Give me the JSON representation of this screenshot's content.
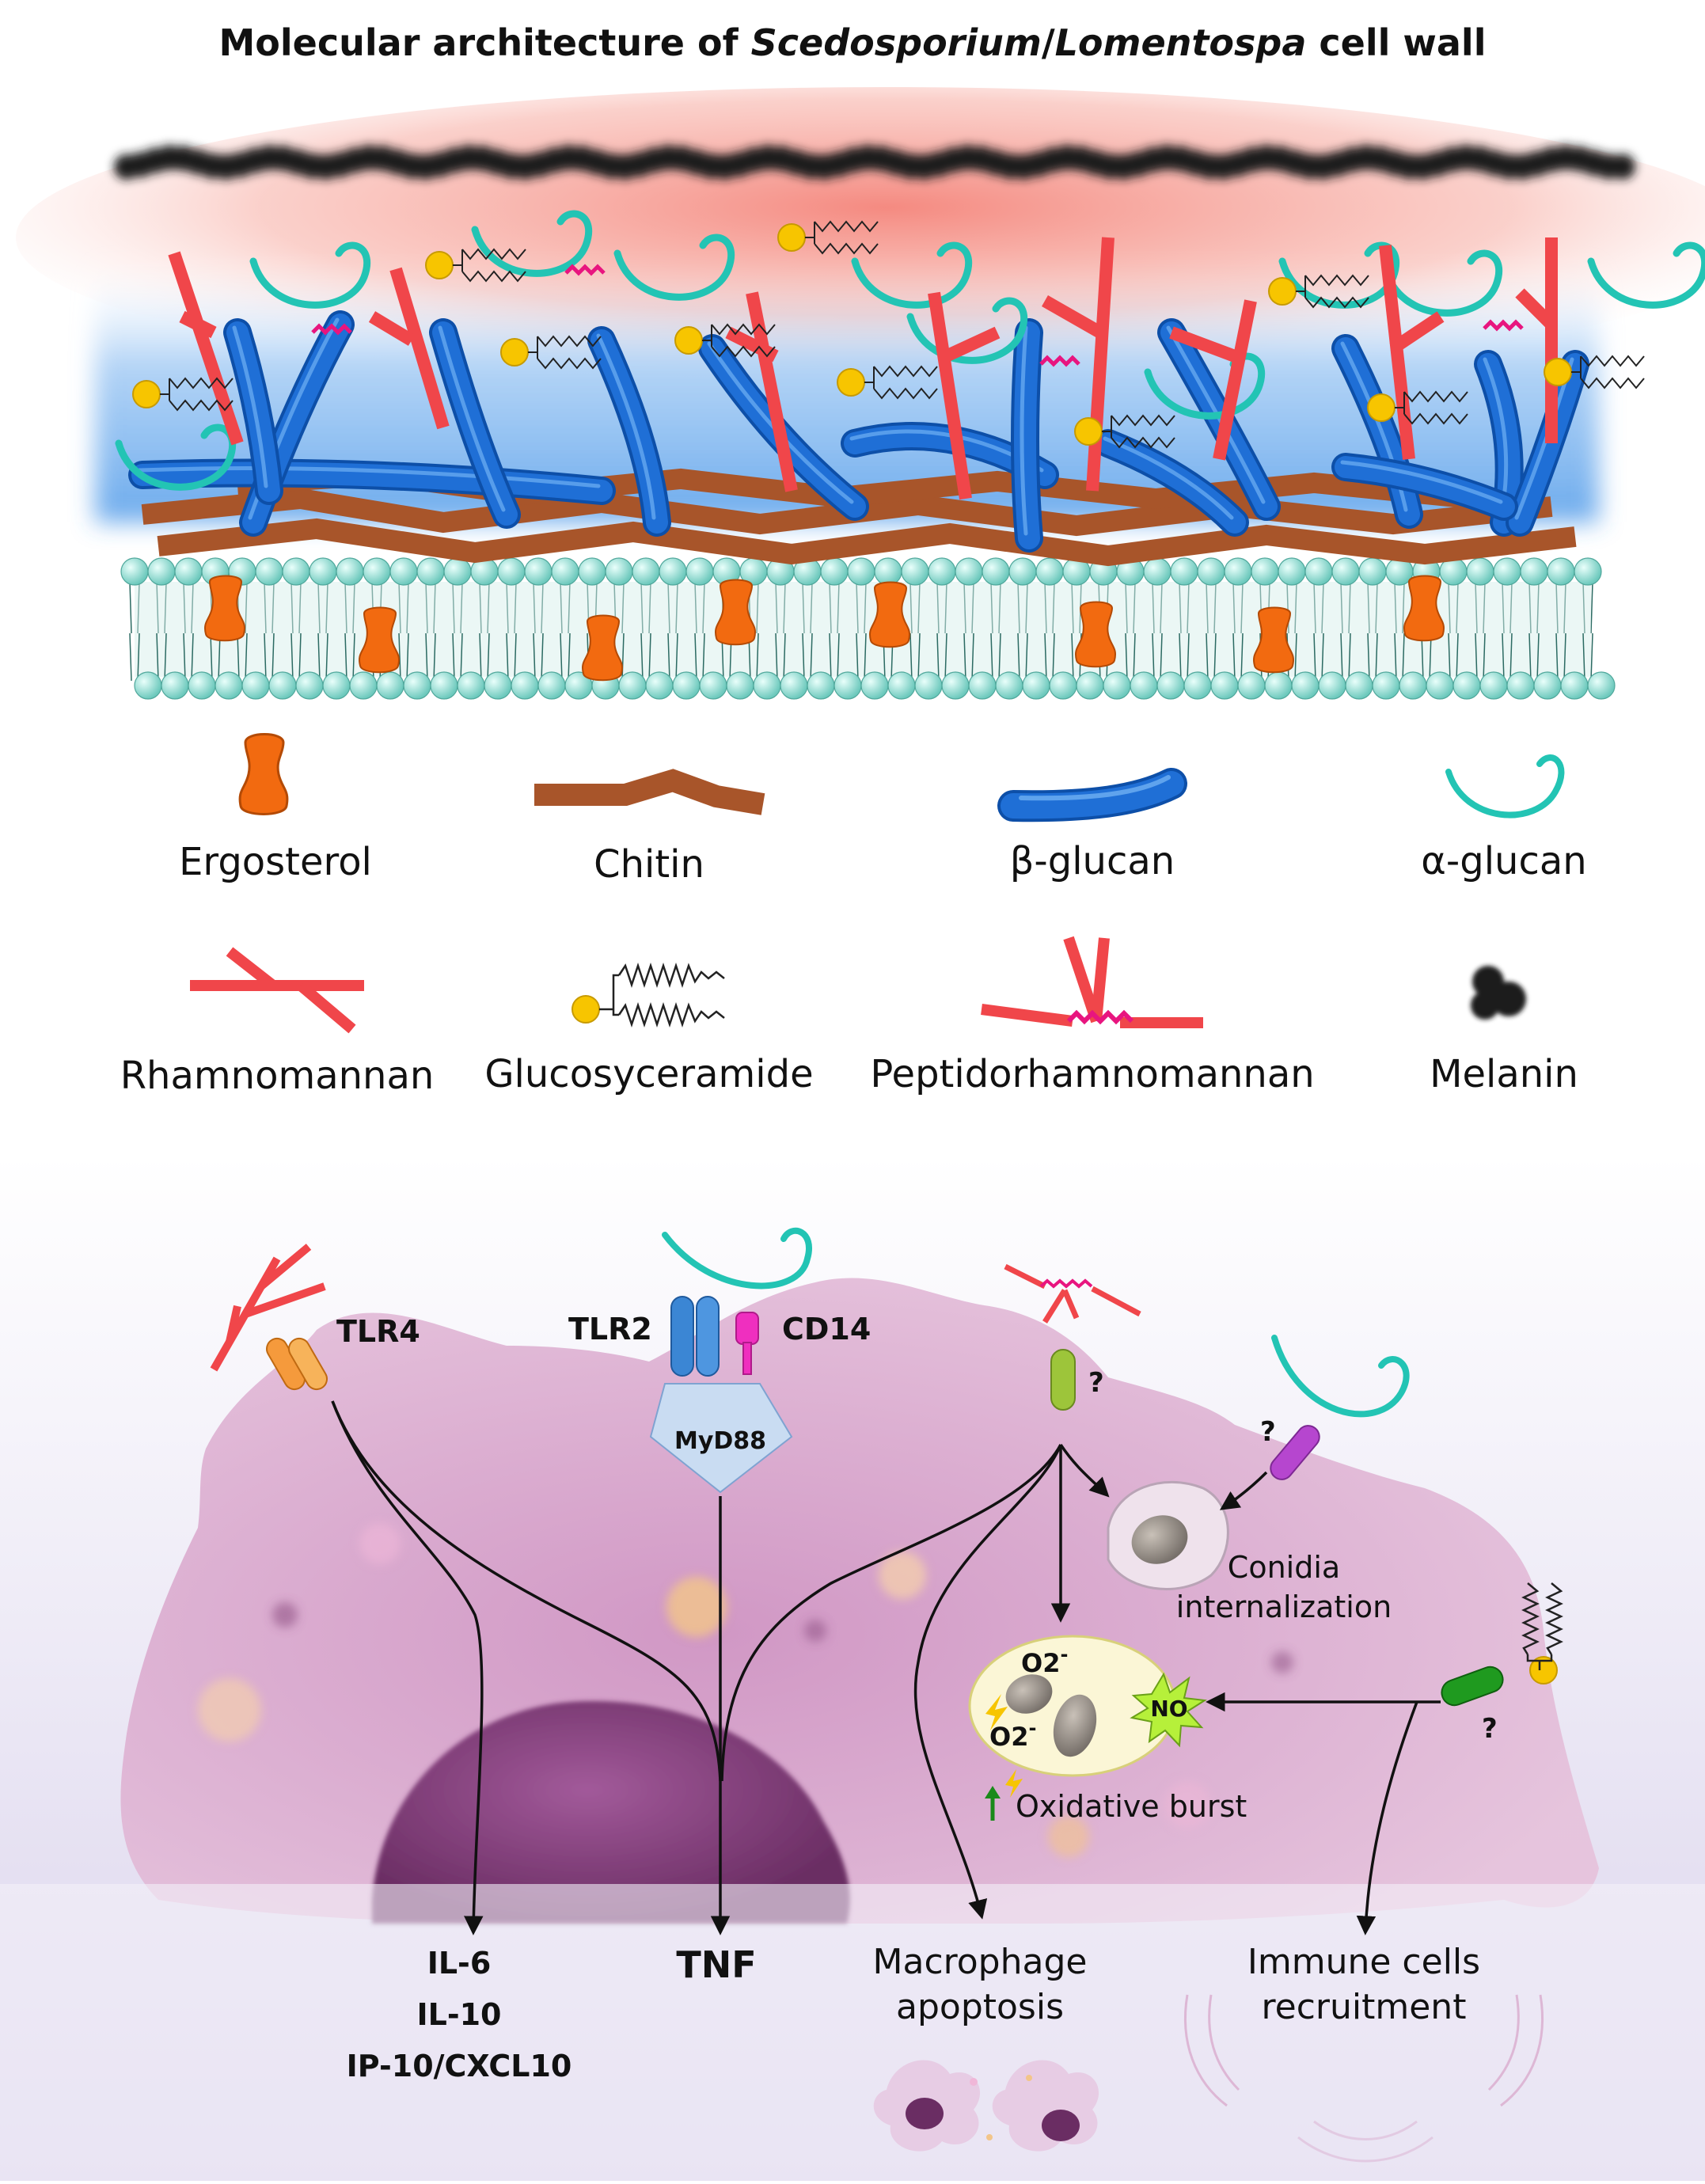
{
  "title": {
    "prefix": "Molecular architecture of ",
    "italic_1": "Scedosporium",
    "slash": "/",
    "italic_2": "Lomentospa",
    "suffix": " cell wall"
  },
  "legend": {
    "ergosterol": "Ergosterol",
    "chitin": "Chitin",
    "beta_glucan": "β-glucan",
    "alpha_glucan": "α-glucan",
    "rhamnomannan": "Rhamnomannan",
    "glucosyceramide": "Glucosyceramide",
    "peptidorhamnomannan": "Peptidorhamnomannan",
    "melanin": "Melanin"
  },
  "receptors": {
    "tlr4": "TLR4",
    "tlr2": "TLR2",
    "cd14": "CD14",
    "myd88": "MyD88",
    "unknown_1": "?",
    "unknown_2": "?",
    "unknown_3": "?"
  },
  "outcomes": {
    "conidia_1": "Conidia",
    "conidia_2": "internalization",
    "o2_a": "O2",
    "o2_b": "O2",
    "superscript": "-",
    "no": "NO",
    "oxidative_burst": "Oxidative burst",
    "il6": "IL-6",
    "il10": "IL-10",
    "ip10": "IP-10/CXCL10",
    "tnf": "TNF",
    "apoptosis_1": "Macrophage",
    "apoptosis_2": "apoptosis",
    "recruit_1": "Immune cells",
    "recruit_2": "recruitment"
  },
  "colors": {
    "ergosterol": "#f26a10",
    "chitin": "#a8552a",
    "beta_glucan": "#1f6fd6",
    "alpha_glucan": "#23c4b4",
    "rhamnomannan": "#f0464a",
    "glucosyceramide_head": "#f7c500",
    "peptide_link": "#e8157f",
    "melanin": "#1a1a1a",
    "macrophage": "#d9a9cc",
    "tlr4": "#f59a3c",
    "tlr2": "#3b86d4",
    "cd14": "#ef2fbf",
    "myd88": "#c9dcf2",
    "receptor_green_light": "#9dc53a",
    "receptor_purple": "#b646cf",
    "receptor_green_dark": "#1f9a1f"
  }
}
